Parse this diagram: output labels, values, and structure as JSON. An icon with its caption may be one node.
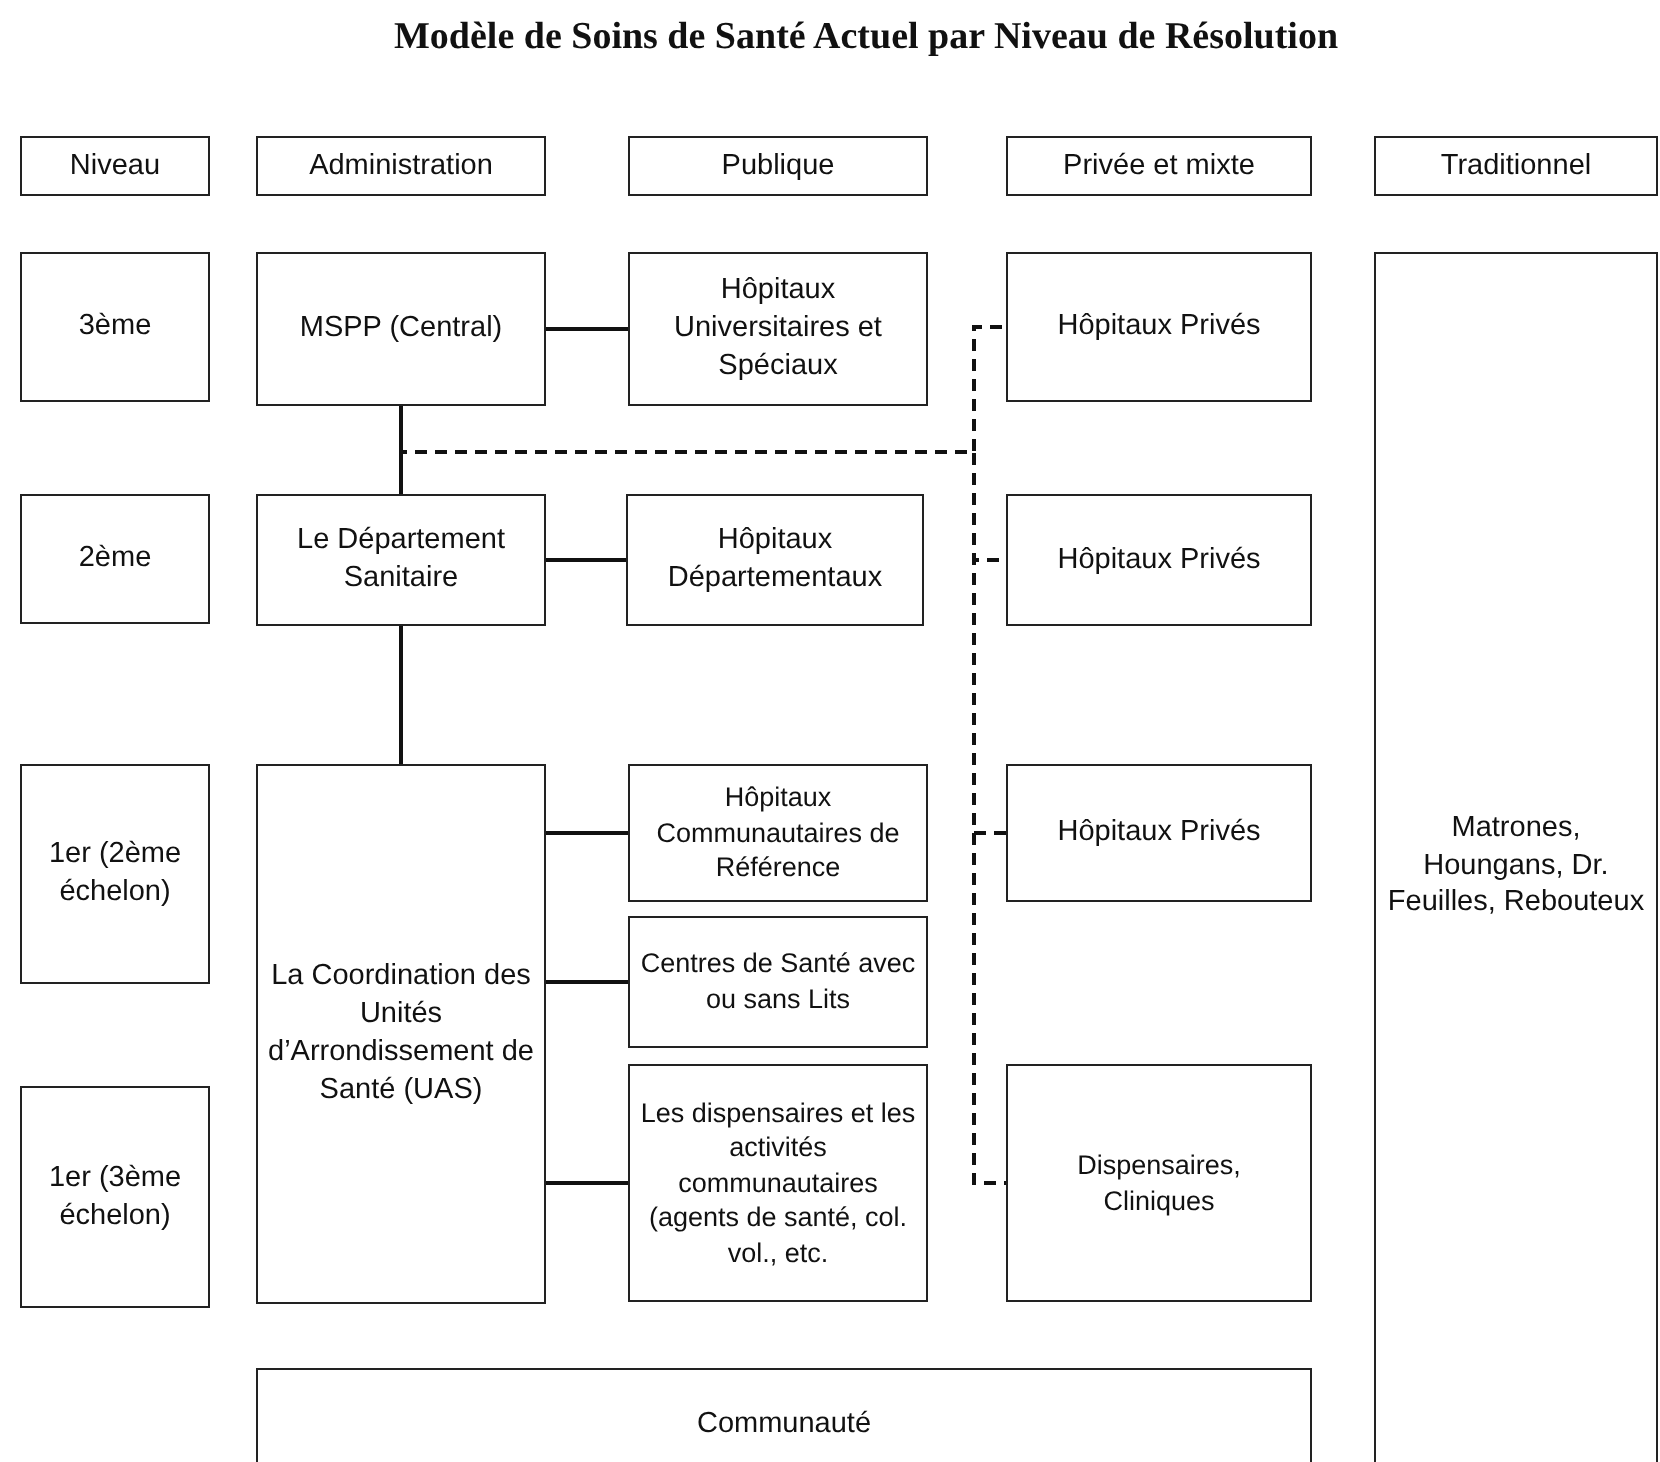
{
  "diagram": {
    "title": "Modèle de Soins de Santé Actuel par Niveau de Résolution",
    "nodes": [
      {
        "text": [
          "Niveau"
        ]
      },
      {
        "text": [
          "Administration"
        ]
      },
      {
        "text": [
          "Publique"
        ]
      },
      {
        "text": [
          "Privée et mixte"
        ]
      },
      {
        "text": [
          "Traditionnel"
        ]
      },
      {
        "text": [
          "3ème"
        ]
      },
      {
        "text": [
          "MSPP (Central)"
        ]
      },
      {
        "text": [
          "Hôpitaux Universitaires et Spéciaux"
        ]
      },
      {
        "text": [
          "Hôpitaux Privés"
        ]
      },
      {
        "text": [
          "Matrones, Houngans, Dr. Feuilles, Rebouteux"
        ]
      },
      {
        "text": [
          "2ème"
        ]
      },
      {
        "text": [
          "Le Département Sanitaire"
        ]
      },
      {
        "text": [
          "Hôpitaux Départementaux"
        ]
      },
      {
        "text": [
          "Hôpitaux Privés"
        ]
      },
      {
        "text": [
          "1er (2ème échelon)"
        ]
      },
      {
        "text": [
          "La Coordination des Unités d’Arrondissement de Santé (UAS)"
        ]
      },
      {
        "text": [
          "Hôpitaux Communautaires de Référence"
        ]
      },
      {
        "text": [
          "Hôpitaux Privés"
        ]
      },
      {
        "text": [
          "Centres de Santé avec ou sans Lits"
        ]
      },
      {
        "text": [
          "1er (3ème échelon)"
        ]
      },
      {
        "text": [
          "Les dispensaires et les activités communautaires (agents de santé, col. vol., etc."
        ]
      },
      {
        "text": [
          "Dispensaires, Cliniques"
        ]
      },
      {
        "text": [
          "Communauté"
        ]
      }
    ],
    "edges": [
      {
        "from": 6,
        "to": 7,
        "arrow": "none"
      },
      {
        "from": 6,
        "to": 11,
        "arrow": "none"
      },
      {
        "from": 11,
        "to": 12,
        "arrow": "none"
      },
      {
        "from": 11,
        "to": 15,
        "arrow": "none"
      },
      {
        "from": 15,
        "to": 16,
        "arrow": "none"
      },
      {
        "from": 15,
        "to": 18,
        "arrow": "none"
      },
      {
        "from": 15,
        "to": 20,
        "arrow": "none"
      },
      {
        "from": 6,
        "to": 8,
        "arrow": "none",
        "style": "dashed"
      },
      {
        "from": 6,
        "to": 13,
        "arrow": "none",
        "style": "dashed"
      },
      {
        "from": 6,
        "to": 17,
        "arrow": "none",
        "style": "dashed"
      },
      {
        "from": 6,
        "to": 21,
        "arrow": "none",
        "style": "dashed"
      }
    ]
  }
}
